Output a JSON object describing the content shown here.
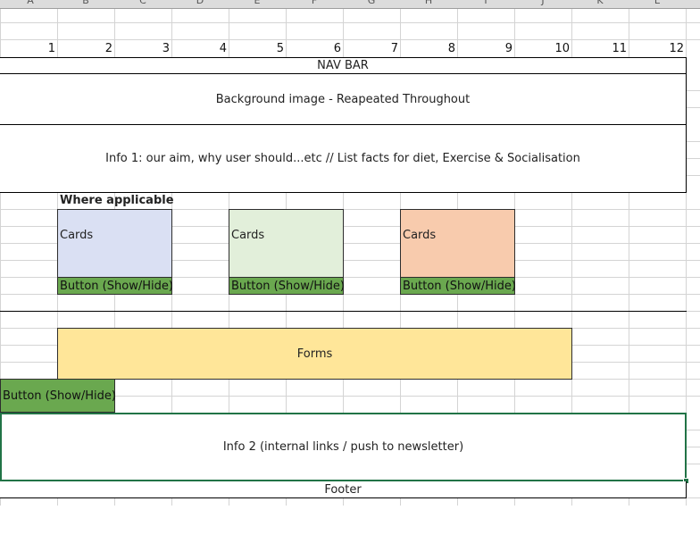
{
  "columns": [
    "A",
    "B",
    "C",
    "D",
    "E",
    "F",
    "G",
    "H",
    "I",
    "J",
    "K",
    "L"
  ],
  "column_numbers": [
    "1",
    "2",
    "3",
    "4",
    "5",
    "6",
    "7",
    "8",
    "9",
    "10",
    "11",
    "12"
  ],
  "sections": {
    "nav_bar": "NAV BAR",
    "background": "Background image - Reapeated Throughout",
    "info1": "Info 1: our aim, why user should...etc // List facts for diet, Exercise & Socialisation",
    "where_applicable": "Where applicable",
    "forms": "Forms",
    "info2": "Info 2 (internal links / push to newsletter)",
    "footer": "Footer"
  },
  "cards": [
    {
      "label": "Cards",
      "button": "Button (Show/Hide)",
      "color": "#dae0f3"
    },
    {
      "label": "Cards",
      "button": "Button (Show/Hide)",
      "color": "#e2efda"
    },
    {
      "label": "Cards",
      "button": "Button (Show/Hide)",
      "color": "#f8cbad"
    }
  ],
  "forms_button": "Button (Show/Hide)",
  "colors": {
    "forms_fill": "#ffe699",
    "button_fill": "#6aa84f",
    "selection_border": "#217346",
    "gridline": "#d4d4d4"
  }
}
